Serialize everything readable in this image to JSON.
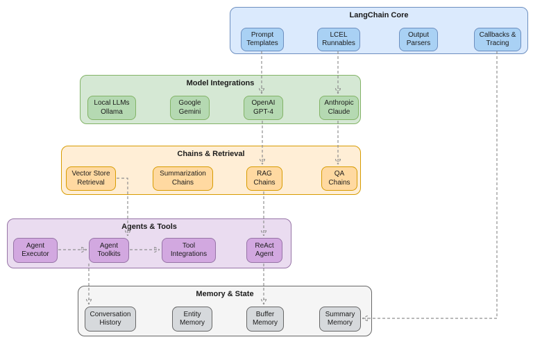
{
  "palette": {
    "core_fill": "#dbeafd",
    "core_node": "#a9d1f4",
    "core_border": "#6c8ebf",
    "models_fill": "#d5e8d4",
    "models_node": "#b5d9b2",
    "models_border": "#82b366",
    "chains_fill": "#ffeed6",
    "chains_node": "#ffd9a1",
    "chains_border": "#d79b00",
    "agents_fill": "#eadcf0",
    "agents_node": "#d2a8e0",
    "agents_border": "#9673a6",
    "memory_fill": "#f5f5f5",
    "memory_node": "#d6d9dc",
    "memory_border": "#666666",
    "connector": "#8f8f8f"
  },
  "diagram": {
    "groups": [
      {
        "title": "LangChain Core",
        "nodes": [
          {
            "label": "Prompt\nTemplates"
          },
          {
            "label": "LCEL\nRunnables"
          },
          {
            "label": "Output\nParsers"
          },
          {
            "label": "Callbacks &\nTracing"
          }
        ]
      },
      {
        "title": "Model Integrations",
        "nodes": [
          {
            "label": "Local LLMs\nOllama"
          },
          {
            "label": "Google\nGemini"
          },
          {
            "label": "OpenAI\nGPT-4"
          },
          {
            "label": "Anthropic\nClaude"
          }
        ]
      },
      {
        "title": "Chains & Retrieval",
        "nodes": [
          {
            "label": "Vector Store\nRetrieval"
          },
          {
            "label": "Summarization\nChains"
          },
          {
            "label": "RAG\nChains"
          },
          {
            "label": "QA\nChains"
          }
        ]
      },
      {
        "title": "Agents & Tools",
        "nodes": [
          {
            "label": "Agent\nExecutor"
          },
          {
            "label": "Agent\nToolkits"
          },
          {
            "label": "Tool\nIntegrations"
          },
          {
            "label": "ReAct\nAgent"
          }
        ]
      },
      {
        "title": "Memory & State",
        "nodes": [
          {
            "label": "Conversation\nHistory"
          },
          {
            "label": "Entity\nMemory"
          },
          {
            "label": "Buffer\nMemory"
          },
          {
            "label": "Summary\nMemory"
          }
        ]
      }
    ],
    "connections": [
      {
        "from": "Prompt Templates",
        "to": "OpenAI GPT-4"
      },
      {
        "from": "LCEL Runnables",
        "to": "Anthropic Claude"
      },
      {
        "from": "OpenAI GPT-4",
        "to": "RAG Chains"
      },
      {
        "from": "Anthropic Claude",
        "to": "QA Chains"
      },
      {
        "from": "RAG Chains",
        "to": "ReAct Agent"
      },
      {
        "from": "ReAct Agent",
        "to": "Buffer Memory"
      },
      {
        "from": "Agent Executor",
        "to": "Agent Toolkits"
      },
      {
        "from": "Agent Toolkits",
        "to": "Tool Integrations"
      },
      {
        "from": "Vector Store Retrieval",
        "to": "Agent Toolkits"
      },
      {
        "from": "Agent Toolkits",
        "to": "Conversation History"
      },
      {
        "from": "Callbacks & Tracing",
        "to": "Summary Memory"
      }
    ]
  }
}
